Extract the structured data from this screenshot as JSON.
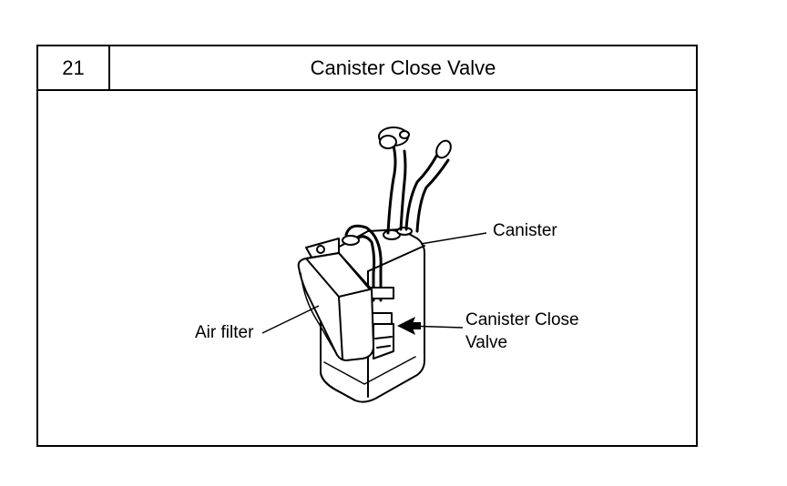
{
  "figure": {
    "number": "21",
    "title": "Canister Close Valve"
  },
  "callouts": {
    "canister": "Canister",
    "air_filter": "Air filter",
    "close_valve_line1": "Canister Close",
    "close_valve_line2": "Valve"
  }
}
